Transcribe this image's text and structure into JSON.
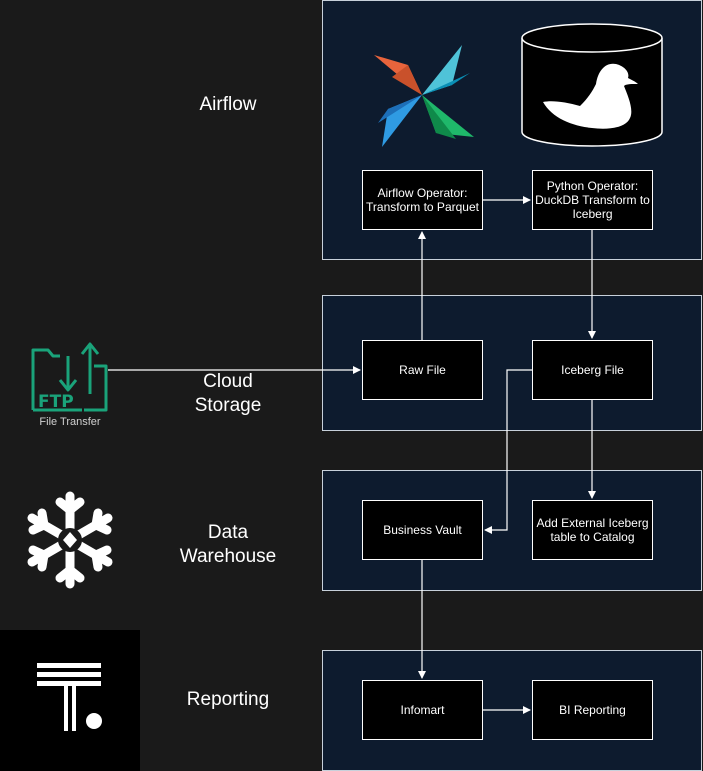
{
  "stages": {
    "airflow": "Airflow",
    "cloud_storage": "Cloud\nStorage",
    "data_warehouse": "Data\nWarehouse",
    "reporting": "Reporting"
  },
  "nodes": {
    "airflow_operator": "Airflow Operator:\nTransform to Parquet",
    "python_operator": "Python Operator:\nDuckDB Transform to\nIceberg",
    "raw_file": "Raw File",
    "iceberg_file": "Iceberg File",
    "business_vault": "Business Vault",
    "external_iceberg": "Add External Iceberg\ntable to Catalog",
    "infomart": "Infomart",
    "bi_reporting": "BI Reporting"
  },
  "icons": {
    "ftp_text": "FTP",
    "ftp_caption": "File Transfer",
    "airflow_logo": "airflow-pinwheel-icon",
    "duckdb_logo": "duckdb-cylinder-icon",
    "snowflake_logo": "snowflake-icon",
    "reporting_logo": "t-logo-icon"
  },
  "colors": {
    "background": "#1a1a1a",
    "lane_fill": "#0d1b2e",
    "lane_border": "#c7d0da",
    "ftp_green": "#1aa37a",
    "node_fill": "#000000"
  }
}
